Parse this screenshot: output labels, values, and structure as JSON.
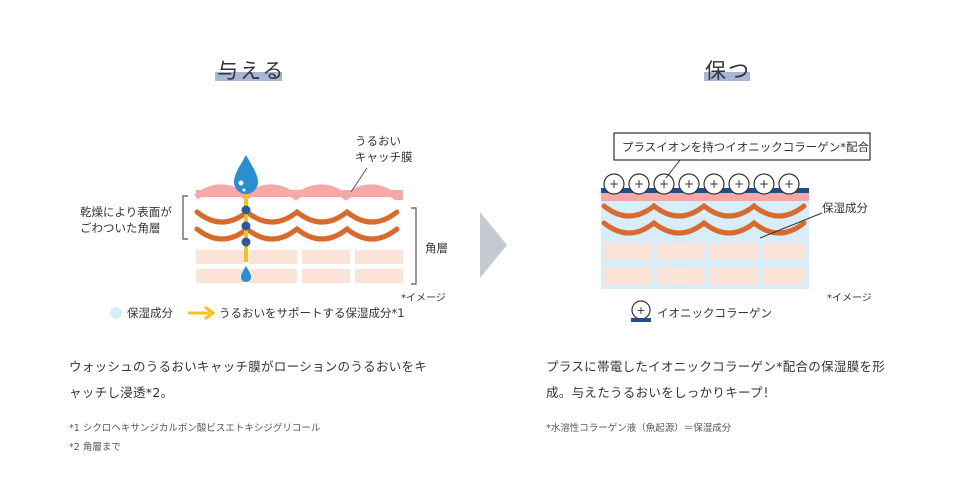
{
  "left": {
    "title": "与える",
    "labels": {
      "catch_film": [
        "うるおい",
        "キャッチ膜"
      ],
      "dry_surface": [
        "乾燥により表面が",
        "ごわついた角層"
      ],
      "stratum": "角層",
      "image_note": "*イメージ"
    },
    "legend": {
      "moisture": "保湿成分",
      "arrow": "うるおいをサポートする保湿成分*1"
    },
    "description": [
      "ウォッシュのうるおいキャッチ膜がローションのうるおいをキ",
      "ャッチし浸透*2。"
    ],
    "footnotes": [
      "*1 シクロヘキサンジカルボン酸ビスエトキシジグリコール",
      "*2 角層まで"
    ]
  },
  "right": {
    "title": "保つ",
    "labels": {
      "callout": "プラスイオンを持つイオニックコラーゲン*配合",
      "moisture": "保湿成分",
      "image_note": "*イメージ"
    },
    "legend": {
      "collagen": "イオニックコラーゲン"
    },
    "description": [
      "プラスに帯電したイオニックコラーゲン*配合の保湿膜を形",
      "成。与えたうるおいをしっかりキープ！"
    ],
    "footnotes": [
      "*水溶性コラーゲン液（魚起源）＝保湿成分"
    ]
  },
  "colors": {
    "title_underline": "#a7b6d6",
    "pink": "#f4a8a8",
    "orange": "#d9692c",
    "skin": "#fbe3d8",
    "drop": "#2a8fd0",
    "dot": "#2b5b9e",
    "arrow": "#f5c31c",
    "light_blue": "#d7eefa",
    "navy": "#1f4f8f",
    "chevron": "#c5c9d2"
  }
}
